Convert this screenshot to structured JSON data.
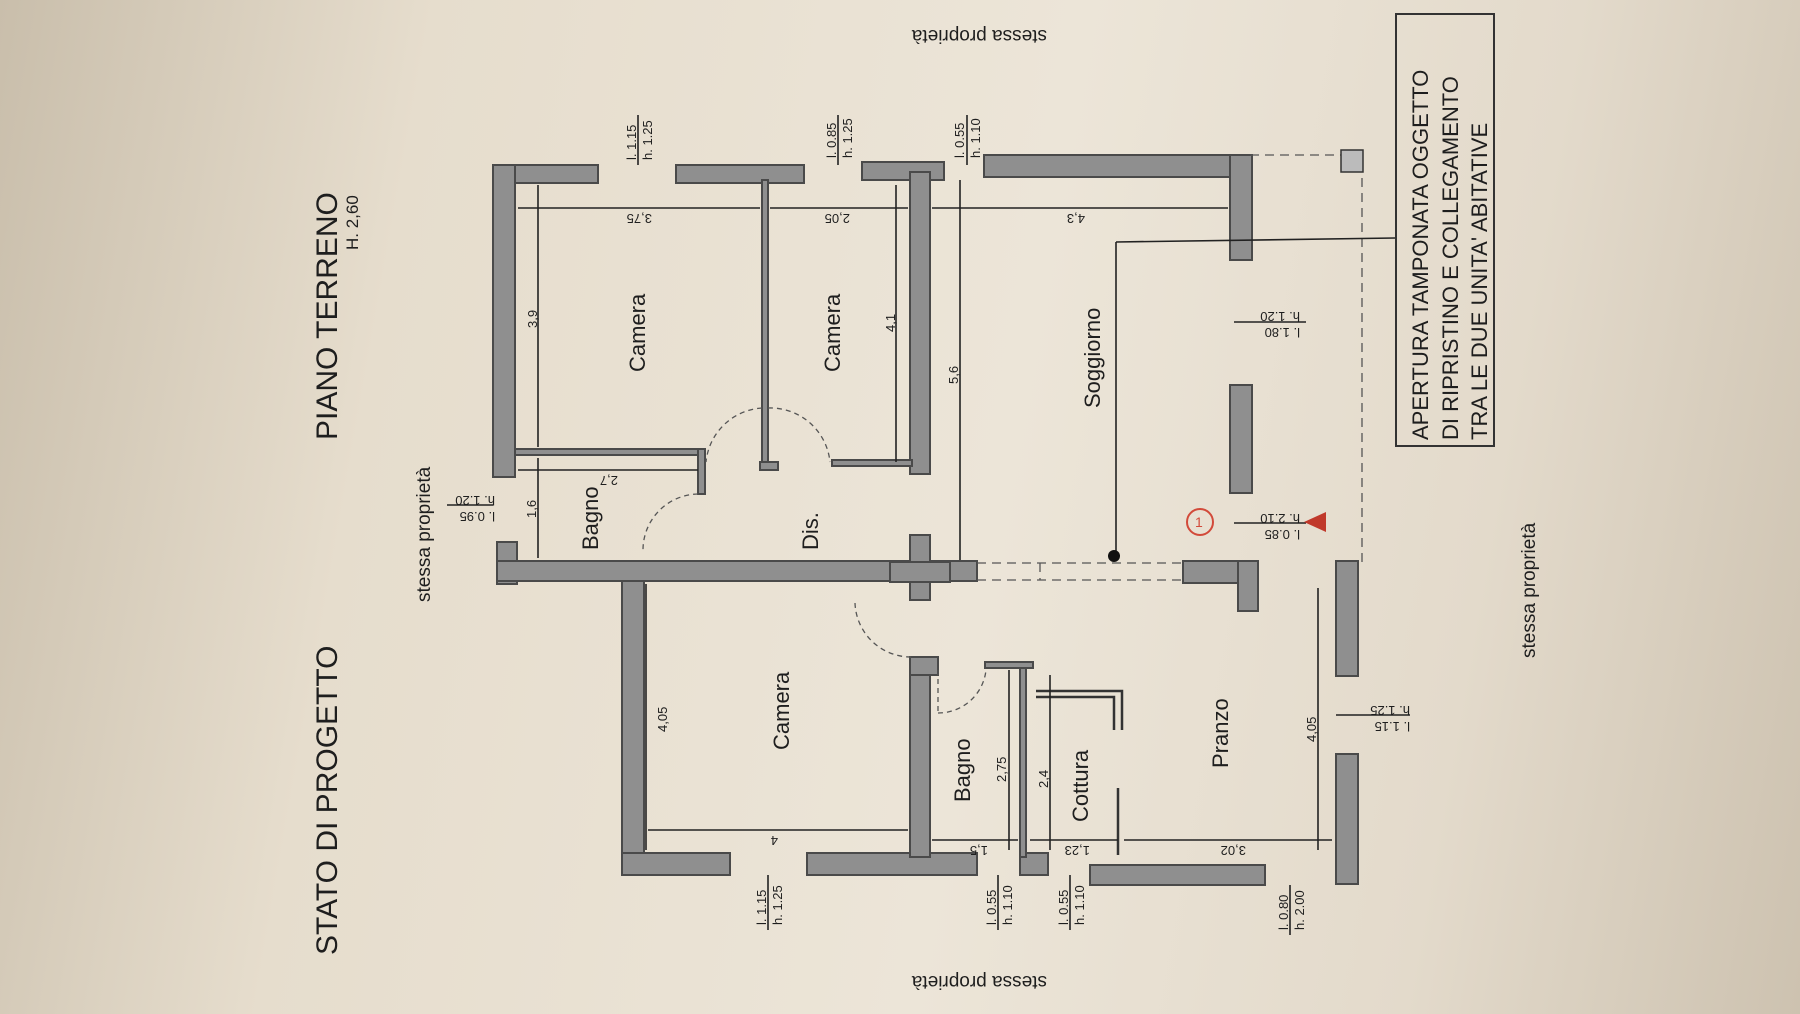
{
  "titles": {
    "stato": "STATO DI PROGETTO",
    "piano": "PIANO TERRENO",
    "altezza": "H. 2,60"
  },
  "neighbors": {
    "left": "stessa proprietà",
    "right": "stessa proprietà",
    "top": "stessa proprietà",
    "bottom": "stessa proprietà"
  },
  "rooms": {
    "camera_1": "Camera",
    "camera_2": "Camera",
    "soggiorno": "Soggiorno",
    "bagno_1": "Bagno",
    "dis": "Dis.",
    "camera_3": "Camera",
    "bagno_2": "Bagno",
    "cottura": "Cottura",
    "pranzo": "Pranzo"
  },
  "dimensions": {
    "d_375": "3,75",
    "d_205": "2,05",
    "d_43": "4,3",
    "d_39": "3,9",
    "d_41": "4,1",
    "d_56": "5,6",
    "d_27": "2,7",
    "d_16": "1,6",
    "d_405a": "4,05",
    "d_4": "4",
    "d_275": "2,75",
    "d_15": "1,5",
    "d_24": "2,4",
    "d_123": "1,23",
    "d_302": "3,02",
    "d_405b": "4,05"
  },
  "windows": {
    "w1_l": "l. 1.15",
    "w1_h": "h. 1.25",
    "w2_l": "l. 0.85",
    "w2_h": "h. 1.25",
    "w3_l": "l. 0.55",
    "w3_h": "h. 1.10",
    "w4_l": "l. 0.95",
    "w4_h": "h. 1.20",
    "w5_l": "l. 1.80",
    "w5_h": "h. 1.20",
    "w6_l": "l. 0.85",
    "w6_h": "h. 2.10",
    "w7_l": "l. 1.15",
    "w7_h": "h. 1.25",
    "w8_l": "l. 1.15",
    "w8_h": "h. 1.25",
    "w9_l": "l. 0.55",
    "w9_h": "h. 1.10",
    "w10_l": "l. 0.55",
    "w10_h": "h. 1.10",
    "w11_l": "l. 0.80",
    "w11_h": "h. 2.00"
  },
  "annotation": {
    "marker": "1",
    "line1": "APERTURA TAMPONATA OGGETTO",
    "line2": "DI RIPRISTINO E COLLEGAMENTO",
    "line3": "TRA LE DUE UNITA' ABITATIVE"
  },
  "colors": {
    "marker": "#d24a3a",
    "arrow": "#c0392b"
  }
}
